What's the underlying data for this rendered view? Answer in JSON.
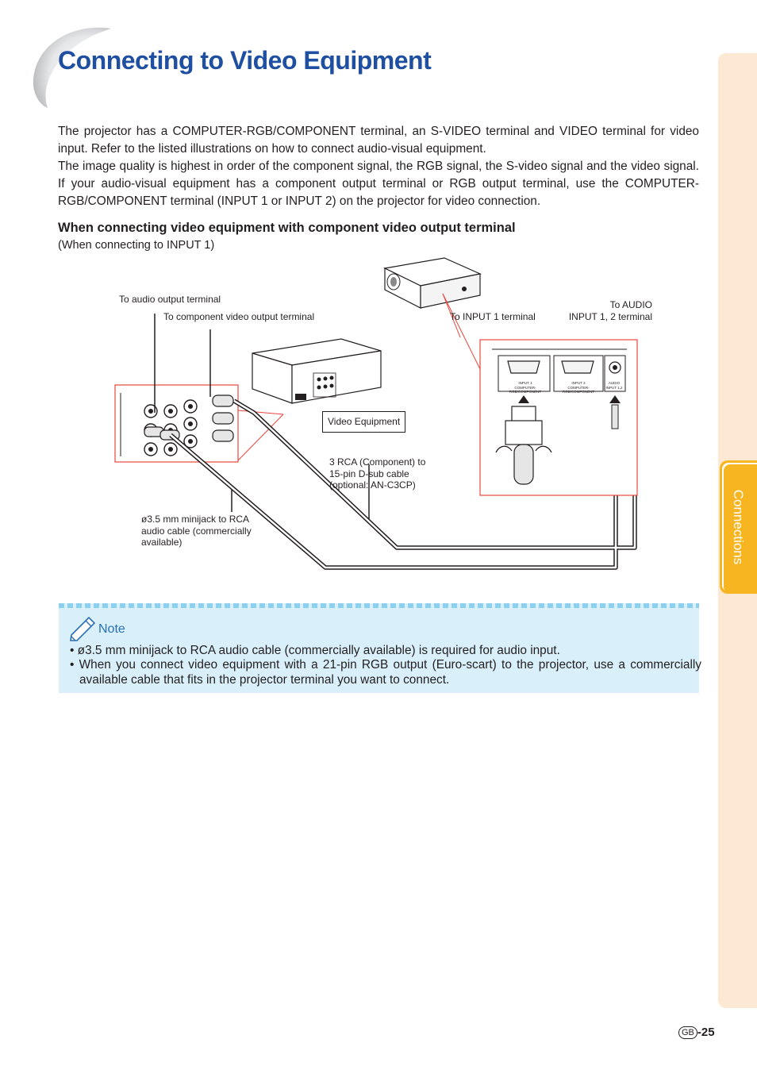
{
  "page": {
    "title": "Connecting to Video Equipment",
    "intro_paragraphs": [
      "The projector has a COMPUTER-RGB/COMPONENT terminal, an S-VIDEO terminal and VIDEO terminal for video input. Refer to the listed illustrations on how to connect audio-visual equipment.",
      "The image quality is highest in order of the component signal, the RGB signal, the S-video signal and the video signal. If your audio-visual equipment has a component output terminal or RGB output terminal, use the COMPUTER-RGB/COMPONENT terminal (INPUT 1 or INPUT 2) on the projector for video connection."
    ],
    "subheading": "When connecting video equipment with component video output terminal",
    "subheading_note": "(When connecting to INPUT 1)"
  },
  "diagram": {
    "labels": {
      "audio_output": "To audio output terminal",
      "component_output": "To component video output terminal",
      "input1_terminal": "To INPUT 1 terminal",
      "audio_input_line1": "To AUDIO",
      "audio_input_line2": "INPUT 1, 2 terminal",
      "video_equipment": "Video Equipment",
      "rca_cable_line1": "3 RCA (Component) to",
      "rca_cable_line2": "15-pin D-sub cable",
      "rca_cable_line3": "(optional: AN-C3CP)",
      "minijack_line1": "ø3.5 mm minijack to RCA",
      "minijack_line2": "audio cable (commercially",
      "minijack_line3": "available)"
    },
    "panel": {
      "input1": "INPUT 1",
      "input1_sub": "COMPUTER-RGB/COMPONENT",
      "input2": "INPUT 2",
      "input2_sub": "COMPUTER-RGB/COMPONENT",
      "audio": "AUDIO",
      "audio_sub": "INPUT 1,2"
    }
  },
  "note": {
    "title": "Note",
    "bullets": [
      "ø3.5 mm minijack to RCA audio cable (commercially available) is required for audio input.",
      "When you connect video equipment with a 21-pin RGB output (Euro-scart) to the projector, use a commercially available cable that fits in the projector terminal you want to connect."
    ]
  },
  "side_tab": {
    "label": "Connections"
  },
  "footer": {
    "region_badge": "GB",
    "page_number": "-25"
  },
  "colors": {
    "title": "#1f4fa0",
    "side_tab": "#f7b522",
    "side_tab_bg": "#fde9d3",
    "note_bg": "#d9f0fb",
    "callout_red": "#e8453c"
  }
}
